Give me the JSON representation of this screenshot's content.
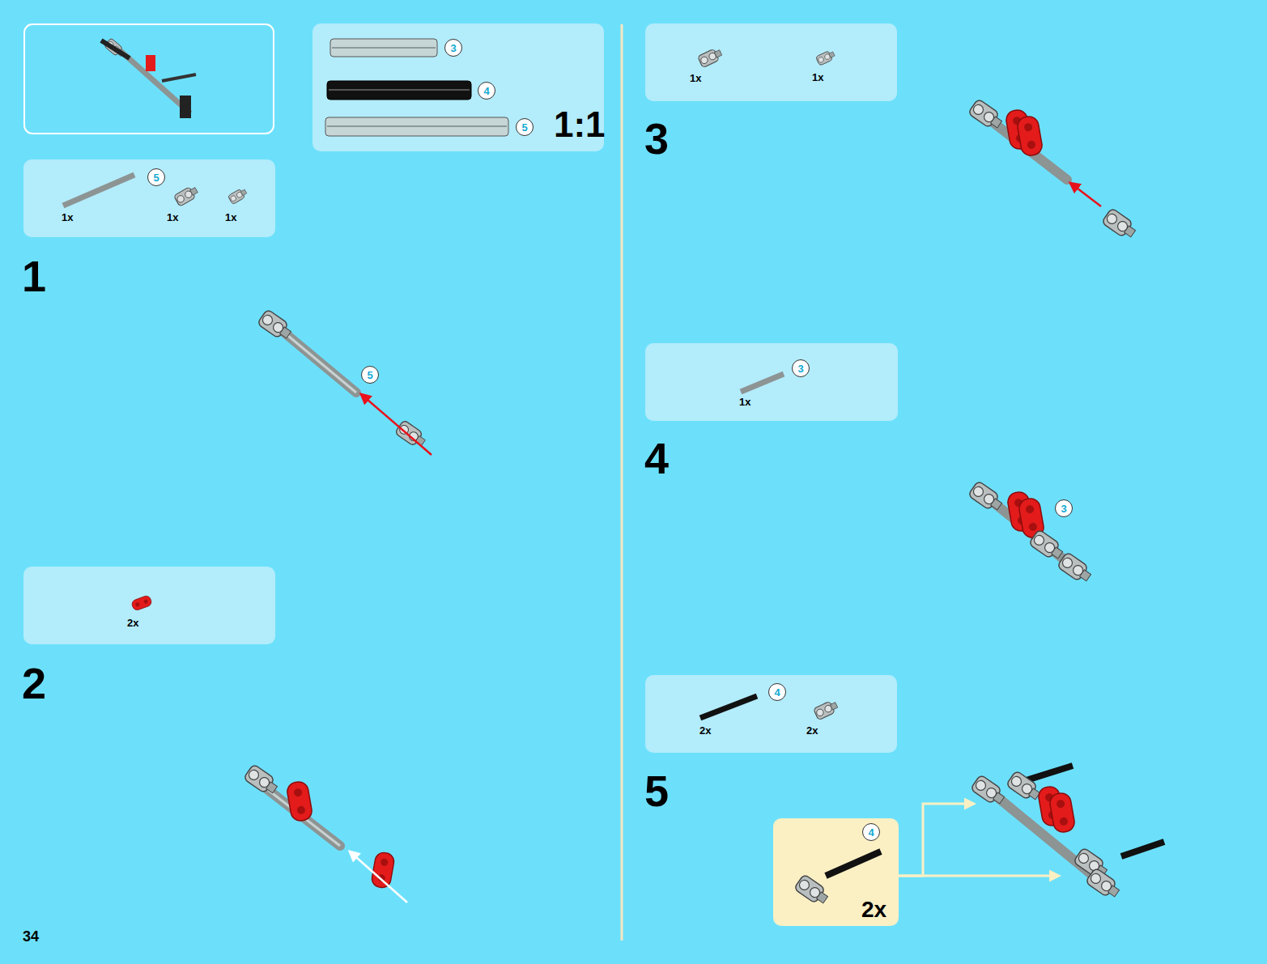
{
  "diagram": {
    "nodes": [
      {
        "text": [
          "3",
          "4",
          "5",
          "1:1"
        ]
      },
      {
        "text": [
          "5",
          "1x",
          "1x",
          "1x"
        ]
      },
      {
        "text": [
          "2x"
        ]
      },
      {
        "text": [
          "1x",
          "1x"
        ]
      },
      {
        "text": [
          "3",
          "1x"
        ]
      },
      {
        "text": [
          "4",
          "2x",
          "2x"
        ]
      },
      {
        "text": [
          "4",
          "2x"
        ]
      }
    ],
    "labels": [
      "1",
      "5",
      "2",
      "3",
      "4",
      "3",
      "5",
      "34"
    ]
  }
}
